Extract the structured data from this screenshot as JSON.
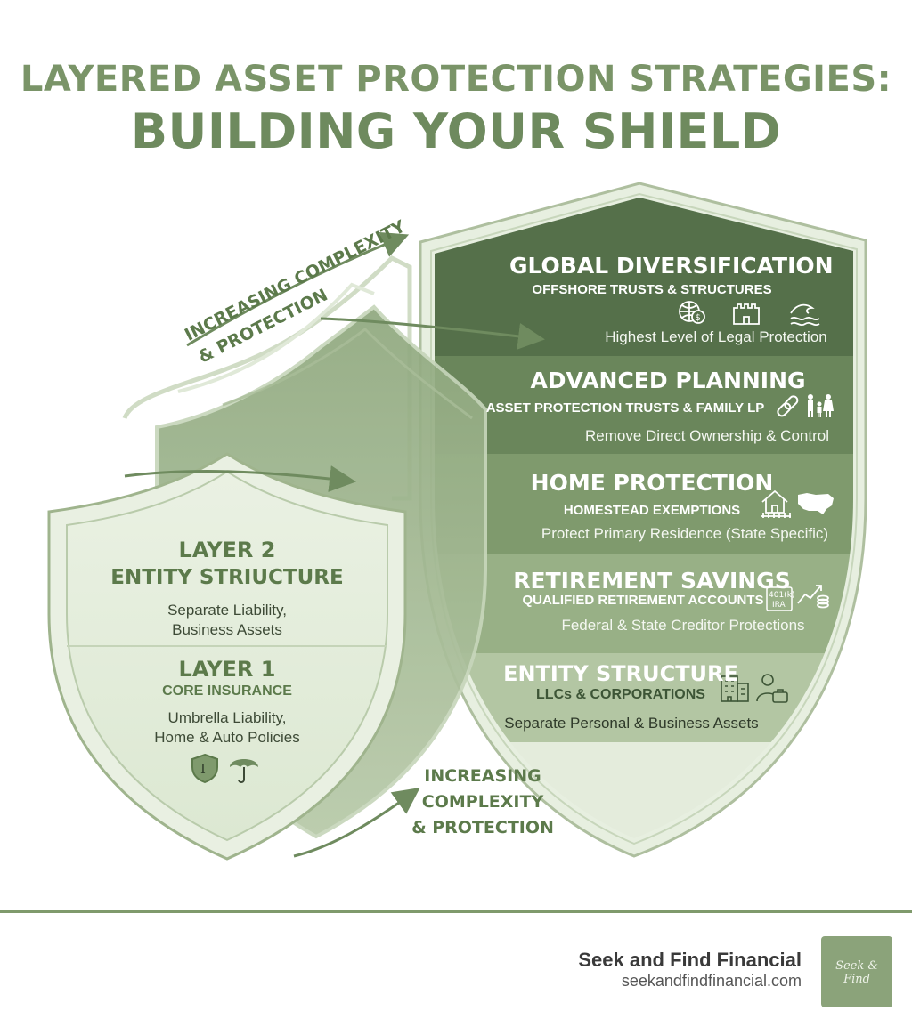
{
  "title": {
    "line1": "LAYERED ASSET PROTECTION STRATEGIES:",
    "line2": "BUILDING YOUR SHIELD"
  },
  "bands": [
    {
      "heading": "GLOBAL DIVERSIFICATION",
      "subheading": "OFFSHORE TRUSTS & STRUCTURES",
      "description": "Highest Level of Legal Protection",
      "icons": [
        "globe-dollar-icon",
        "castle-icon",
        "waves-icon"
      ],
      "color": "#55704a"
    },
    {
      "heading": "ADVANCED PLANNING",
      "subheading": "ASSET PROTECTION TRUSTS & FAMILY LP",
      "description": "Remove Direct Ownership & Control",
      "icons": [
        "chain-link-icon",
        "family-icon"
      ],
      "color": "#6a865b"
    },
    {
      "heading": "HOME PROTECTION",
      "subheading": "HOMESTEAD EXEMPTIONS",
      "description": "Protect Primary Residence (State Specific)",
      "icons": [
        "house-icon",
        "us-map-icon"
      ],
      "color": "#7f9a6d"
    },
    {
      "heading": "RETIREMENT SAVINGS",
      "subheading": "QUALIFIED RETIREMENT ACCOUNTS",
      "description": "Federal & State Creditor Protections",
      "icons": [
        "401k-ira-icon",
        "growth-chart-icon"
      ],
      "color": "#98b086"
    },
    {
      "heading": "ENTITY STRUCTURE",
      "subheading": "LLCs & CORPORATIONS",
      "description": "Separate Personal & Business Assets",
      "icons": [
        "office-building-icon",
        "businessperson-icon"
      ],
      "color": "#b3c6a3"
    }
  ],
  "front_shield": {
    "layer2": {
      "title": "LAYER 2",
      "subtitle": "ENTITY STRIUCTURE",
      "description_line1": "Separate Liability,",
      "description_line2": "Business Assets"
    },
    "layer1": {
      "title": "LAYER 1",
      "subtitle": "CORE INSURANCE",
      "description_line1": "Umbrella Liability,",
      "description_line2": "Home & Auto Policies",
      "icons": [
        "insurance-shield-icon",
        "umbrella-icon"
      ]
    }
  },
  "arrows": {
    "top_line1": "INCREASING COMPLEXITY",
    "top_line2": "& PROTECTION",
    "bottom_line1": "INCREASING",
    "bottom_line2": "COMPLEXITY",
    "bottom_line3": "& PROTECTION"
  },
  "brand": {
    "name": "Seek and Find Financial",
    "url": "seekandfindfinancial.com",
    "logo_text": "Seek & Find"
  },
  "colors": {
    "accent": "#6e8a5e",
    "light_green": "#dfe9d6",
    "border_green": "#b8cca9"
  }
}
